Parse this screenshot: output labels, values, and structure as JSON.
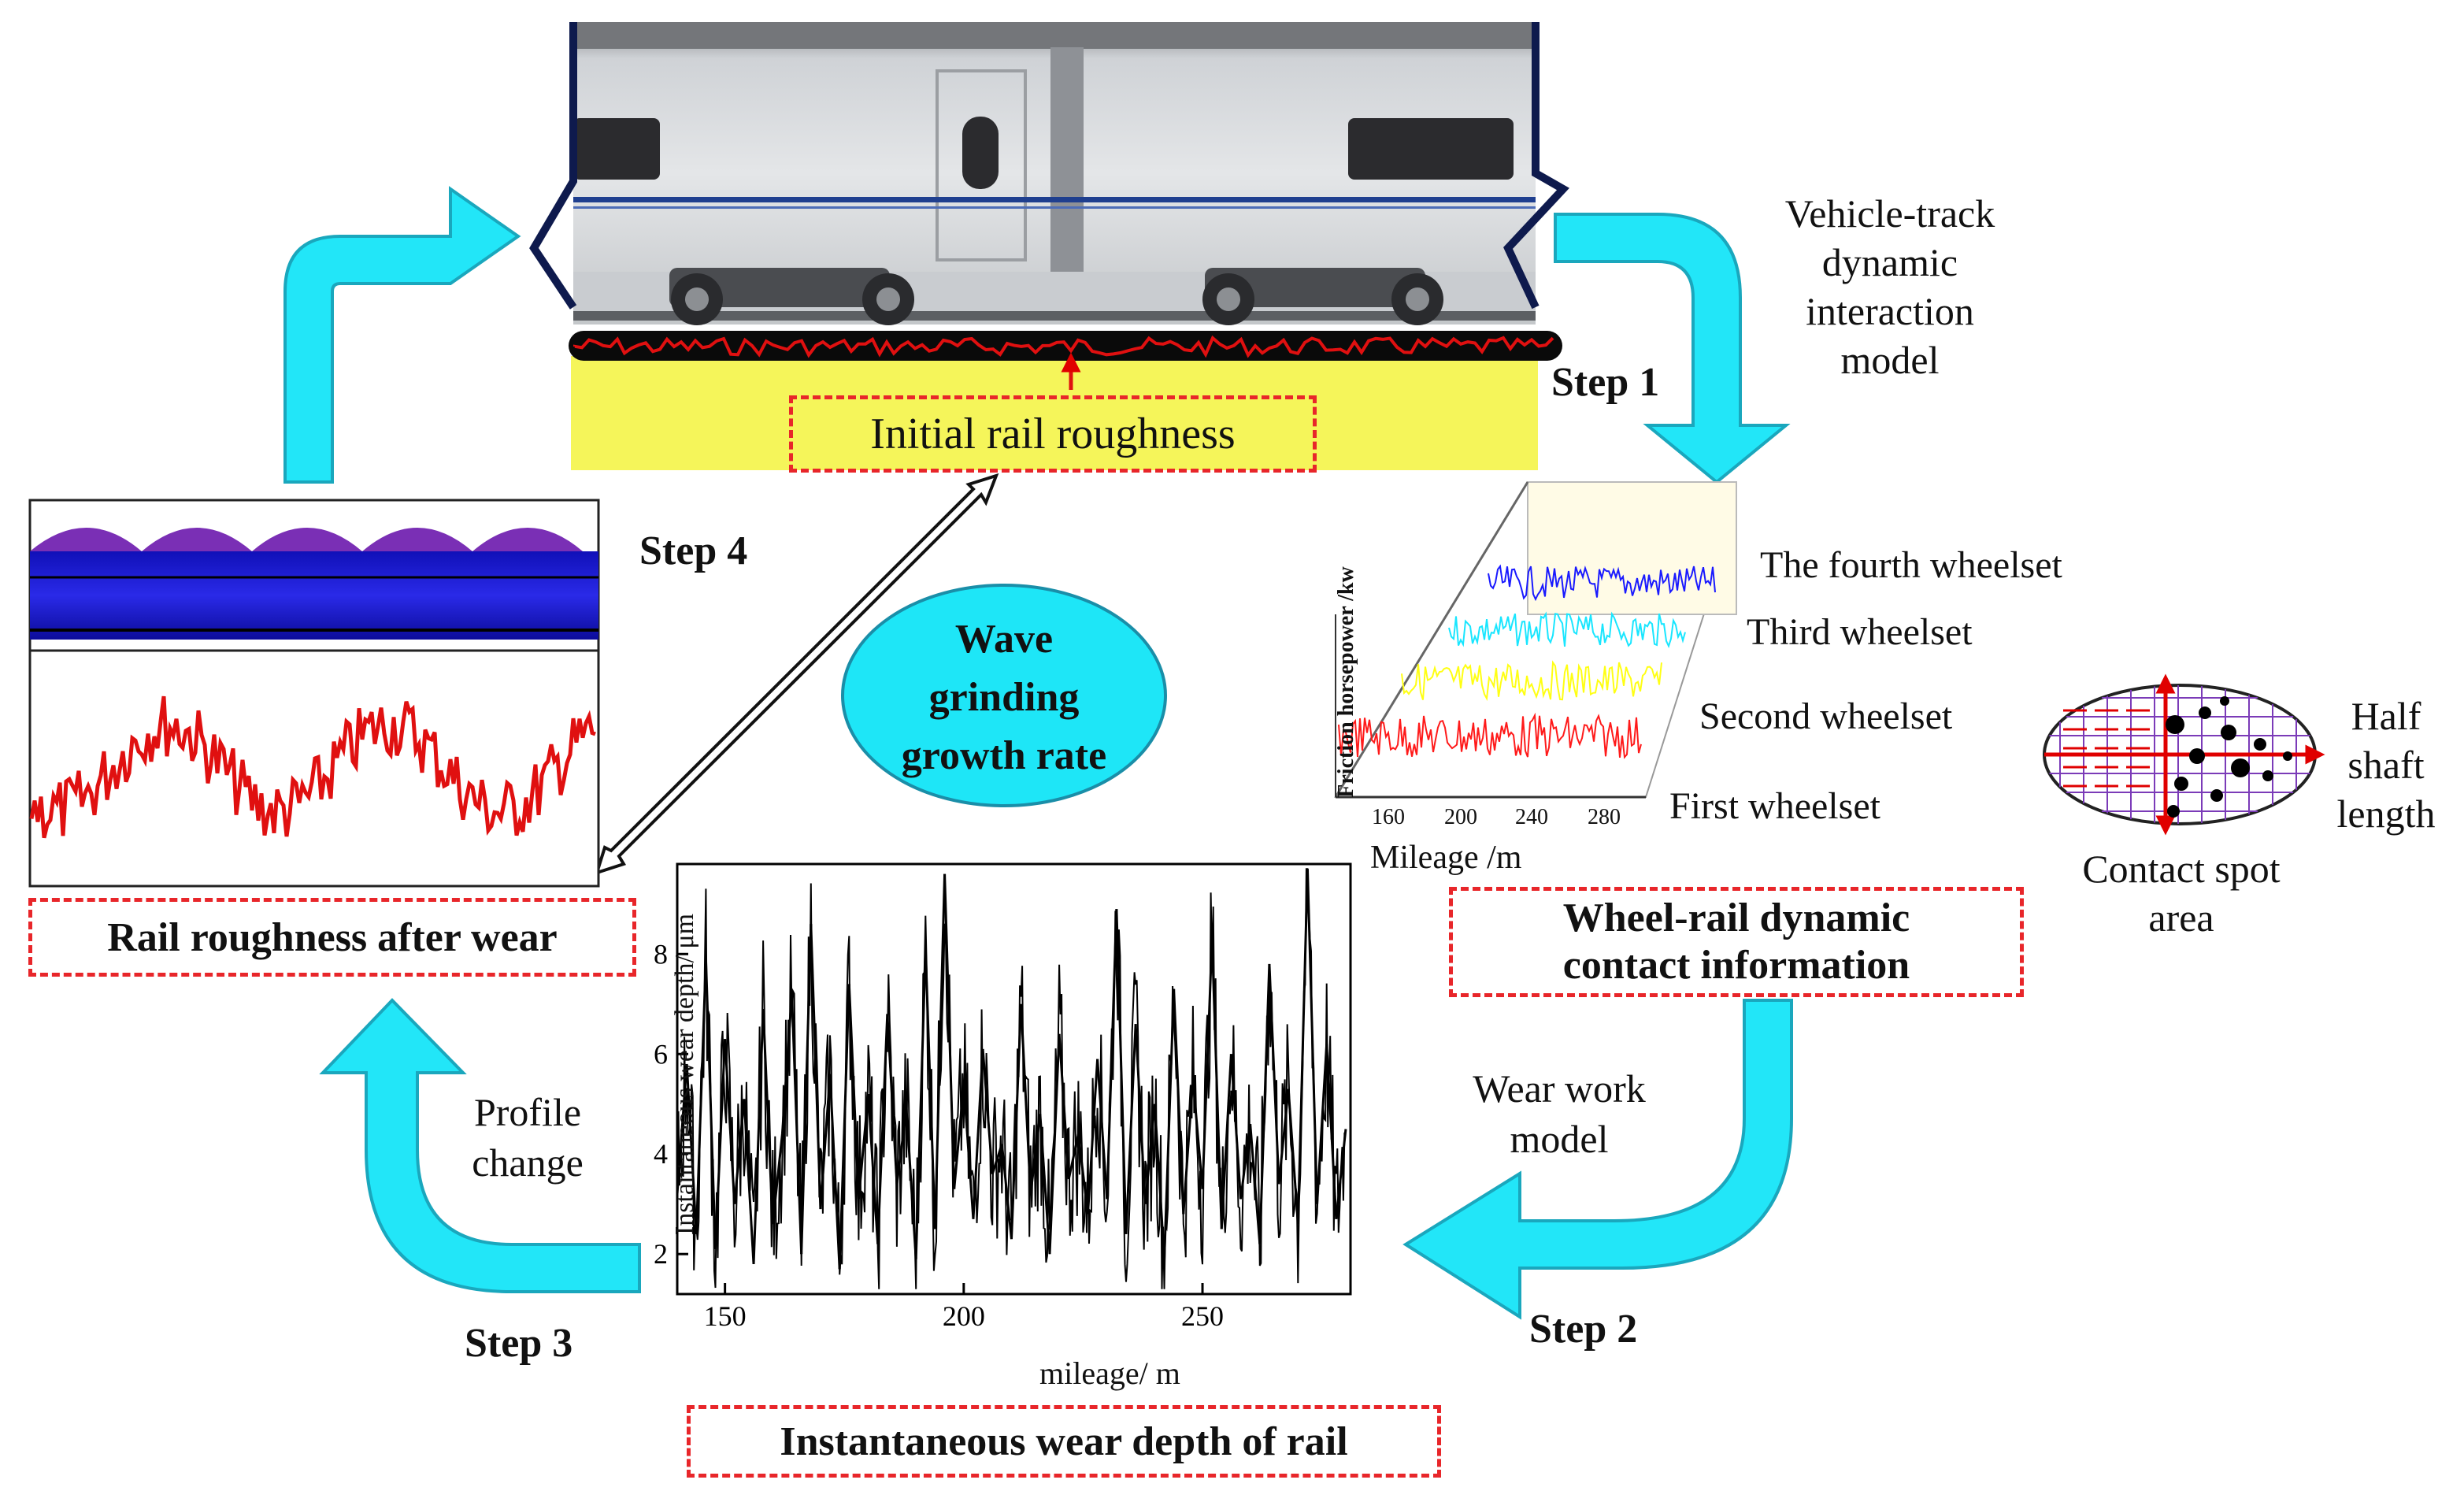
{
  "steps": {
    "step1": "Step 1",
    "step2": "Step 2",
    "step3": "Step 3",
    "step4": "Step 4"
  },
  "models": {
    "vehicle_track": [
      "Vehicle-track",
      "dynamic",
      "interaction",
      "model"
    ],
    "wear_work": [
      "Wear work",
      "model"
    ],
    "profile_change": [
      "Profile",
      "change"
    ]
  },
  "boxes": {
    "initial_roughness": "Initial rail roughness",
    "contact_info": [
      "Wheel-rail dynamic",
      "contact information"
    ],
    "wear_depth": "Instantaneous wear depth of rail",
    "roughness_after": "Rail roughness after wear"
  },
  "center_ellipse": [
    "Wave",
    "grinding",
    "growth rate"
  ],
  "contact_spot": {
    "area_label": [
      "Contact spot",
      "area"
    ],
    "half_shaft": [
      "Half",
      "shaft",
      "length"
    ]
  },
  "friction_chart": {
    "ylabel": "Friction horsepower /kw",
    "xlabel": "Mileage /m",
    "xticks": [
      "160",
      "200",
      "240",
      "280"
    ],
    "series": [
      {
        "name": "The fourth wheelset",
        "color": "#1a1aff"
      },
      {
        "name": "Third wheelset",
        "color": "#19e6ff"
      },
      {
        "name": "Second wheelset",
        "color": "#ffff14"
      },
      {
        "name": "First wheelset",
        "color": "#ff1a1a"
      }
    ]
  },
  "chart_data": {
    "type": "line",
    "ylabel": "Instantaneous wear depth/ μm",
    "xlabel": "mileage/ m",
    "xlim": [
      140,
      281
    ],
    "ylim": [
      1.2,
      9.8
    ],
    "xticks": [
      150,
      200,
      250
    ],
    "yticks": [
      2,
      4,
      6,
      8
    ],
    "series": [
      {
        "color": "#000000",
        "x": [
          140,
          142,
          144,
          146,
          148,
          150,
          152,
          154,
          156,
          158,
          160,
          162,
          164,
          166,
          168,
          170,
          172,
          174,
          176,
          178,
          180,
          182,
          184,
          186,
          188,
          190,
          192,
          194,
          196,
          198,
          200,
          202,
          204,
          206,
          208,
          210,
          212,
          214,
          216,
          218,
          220,
          222,
          224,
          226,
          228,
          230,
          232,
          234,
          236,
          238,
          240,
          242,
          244,
          246,
          248,
          250,
          252,
          254,
          256,
          258,
          260,
          262,
          264,
          266,
          268,
          270,
          272,
          274,
          276,
          278,
          280
        ],
        "y": [
          3.2,
          5.8,
          2.4,
          7.9,
          2.1,
          6.3,
          3.0,
          5.1,
          1.8,
          6.9,
          2.6,
          4.4,
          7.2,
          2.0,
          8.6,
          2.9,
          5.6,
          1.7,
          7.4,
          3.1,
          5.2,
          2.2,
          6.8,
          3.4,
          4.9,
          1.9,
          8.1,
          2.5,
          9.6,
          3.3,
          5.4,
          2.7,
          6.1,
          3.6,
          4.2,
          2.3,
          7.0,
          3.2,
          4.8,
          2.0,
          6.4,
          3.5,
          4.4,
          2.8,
          5.9,
          3.1,
          8.9,
          2.4,
          6.6,
          3.0,
          5.0,
          1.9,
          7.3,
          2.8,
          5.5,
          3.3,
          8.3,
          2.5,
          6.0,
          3.1,
          4.6,
          2.2,
          7.8,
          3.4,
          5.3,
          2.6,
          9.7,
          3.0,
          6.2,
          2.7,
          4.5
        ]
      }
    ]
  }
}
